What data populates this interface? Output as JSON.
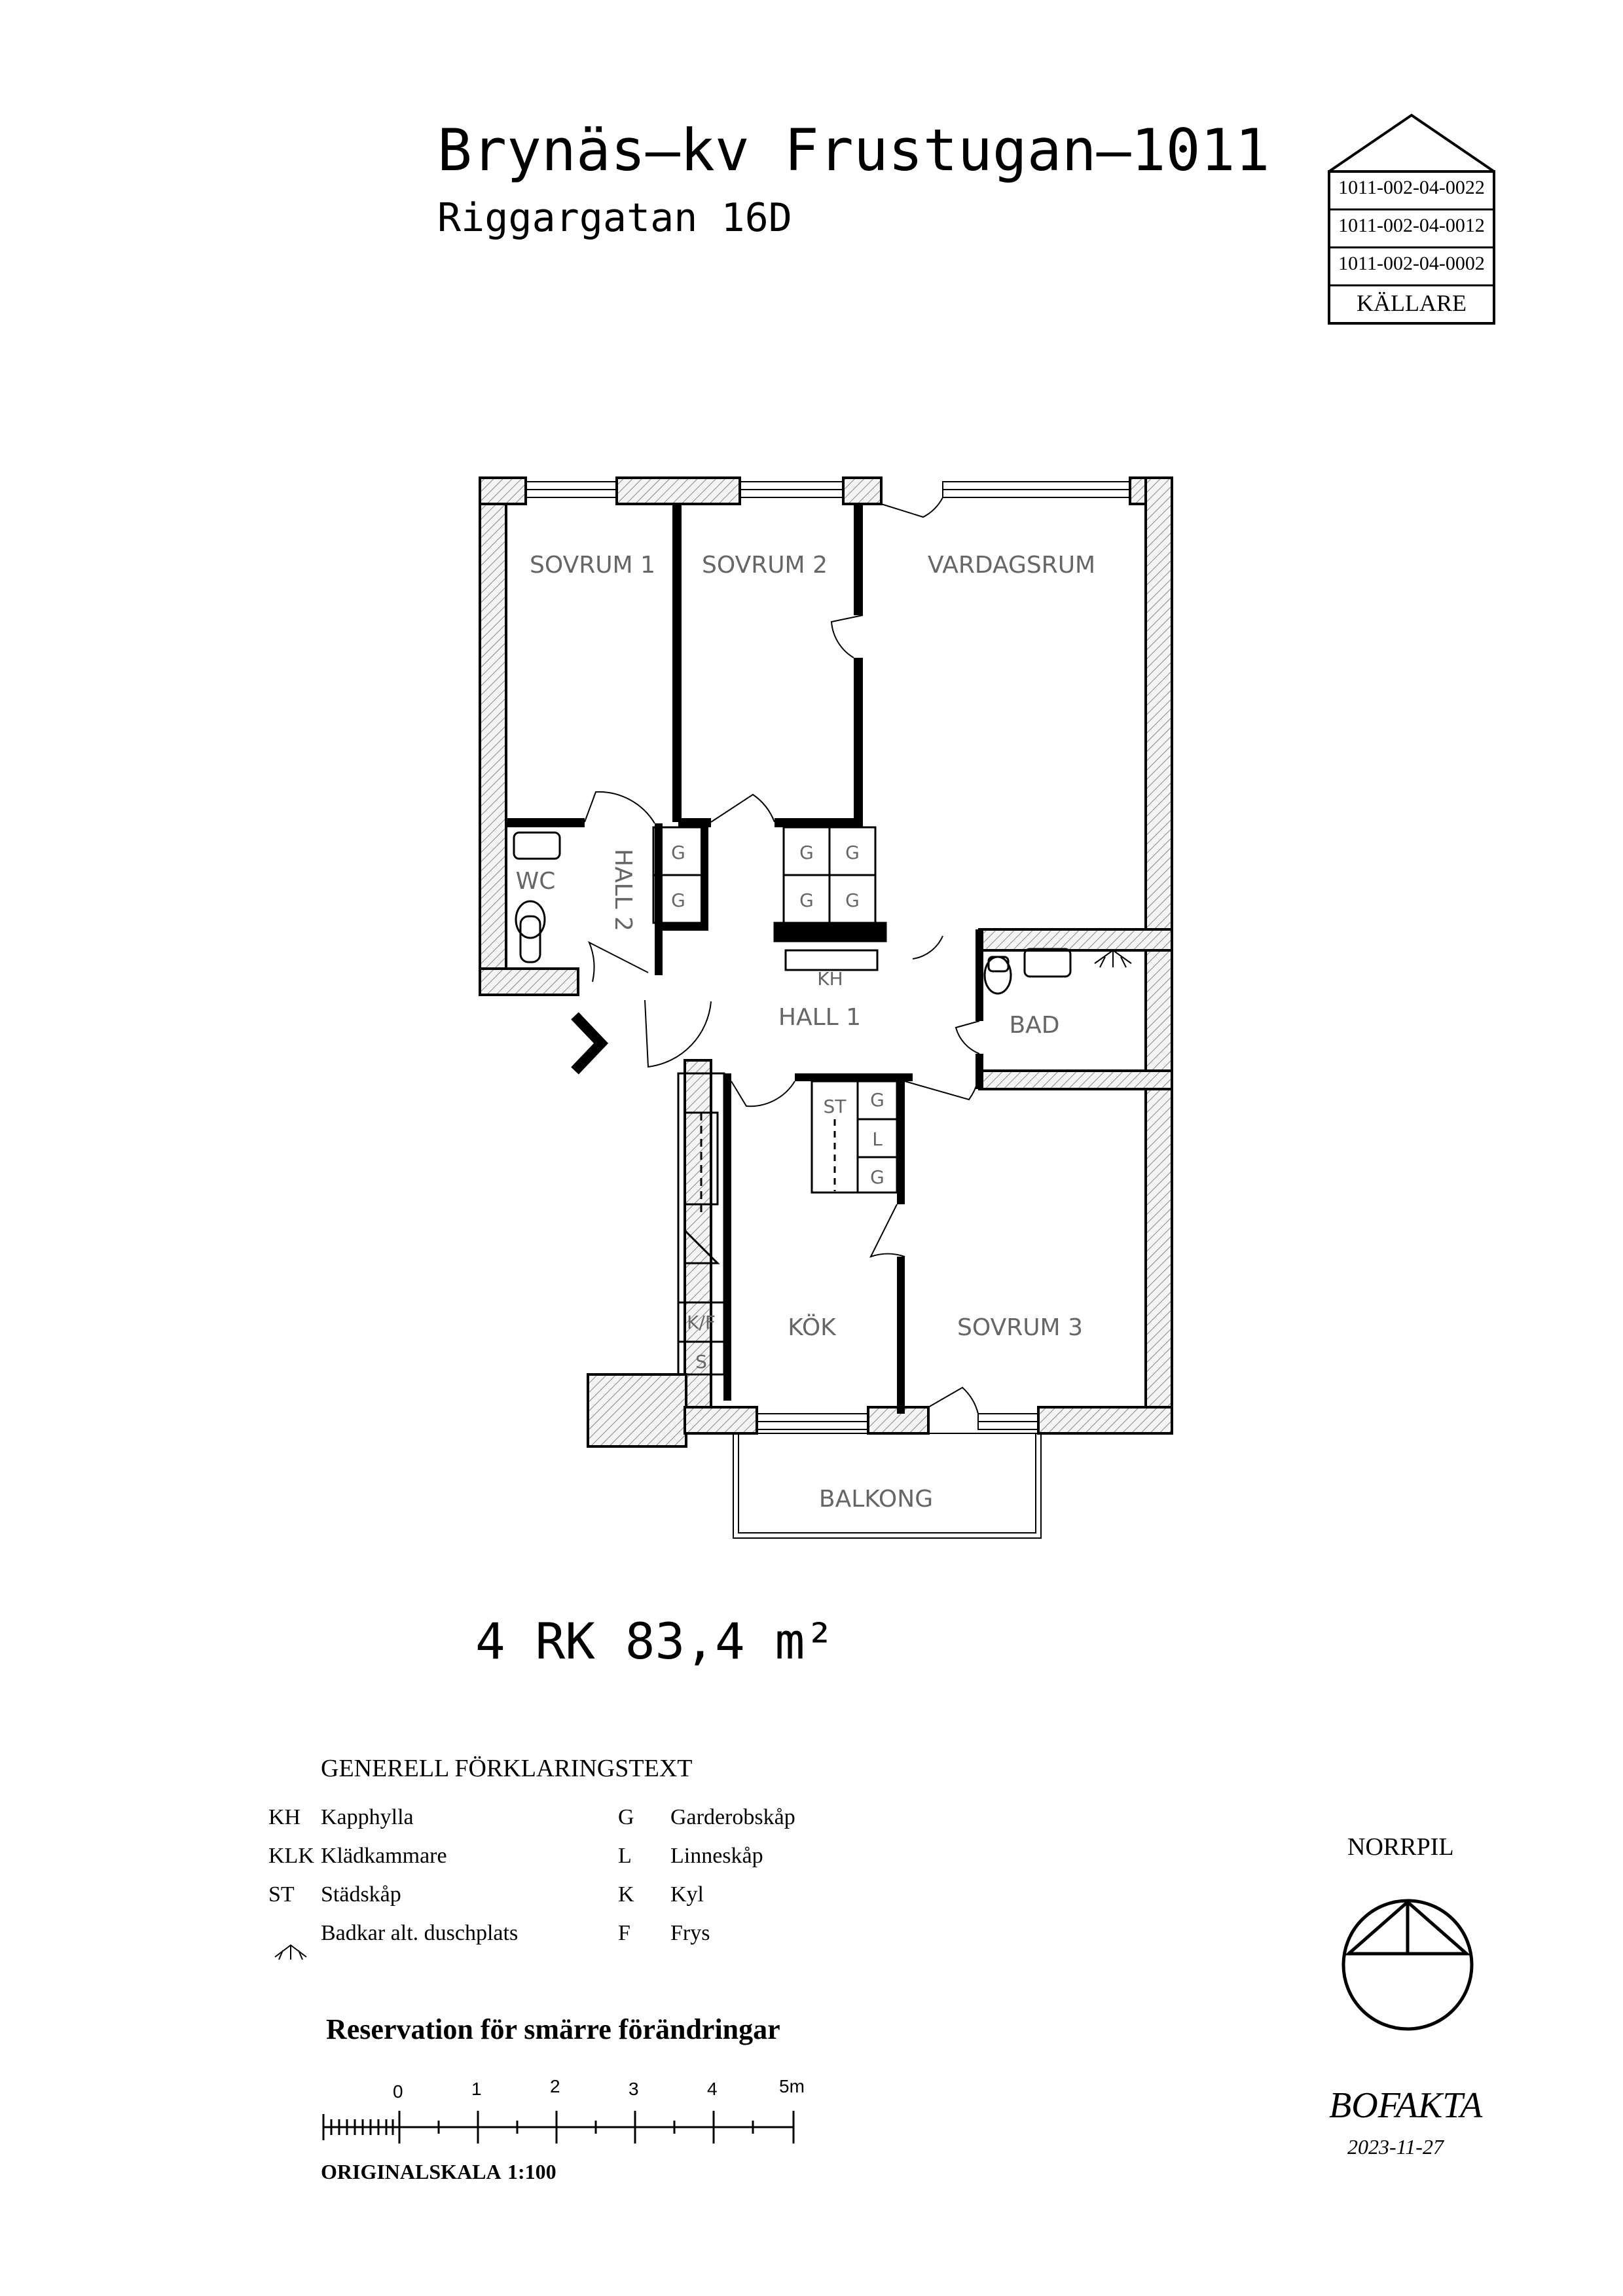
{
  "header": {
    "title": "Brynäs–kv Frustugan–1011",
    "subtitle": "Riggargatan   16D"
  },
  "id_box": {
    "ids": [
      "1011-002-04-0022",
      "1011-002-04-0012",
      "1011-002-04-0002"
    ],
    "floor": "KÄLLARE"
  },
  "plan": {
    "rooms": {
      "sovrum1": "SOVRUM 1",
      "sovrum2": "SOVRUM 2",
      "vardagsrum": "VARDAGSRUM",
      "wc": "WC",
      "hall2": "HALL 2",
      "hall1": "HALL 1",
      "kh": "KH",
      "bad": "BAD",
      "kok": "KÖK",
      "sovrum3": "SOVRUM 3",
      "balkong": "BALKONG",
      "st": "ST",
      "kf": "K/F",
      "s": "S",
      "g": "G",
      "l": "L"
    }
  },
  "area_label": "4  RK  83,4  m²",
  "legend": {
    "title": "GENERELL  FÖRKLARINGSTEXT",
    "left": [
      {
        "code": "KH",
        "text": "Kapphylla"
      },
      {
        "code": "KLK",
        "text": "Klädkammare"
      },
      {
        "code": "ST",
        "text": "Städskåp"
      },
      {
        "code": "",
        "text": "Badkar alt. duschplats"
      }
    ],
    "right": [
      {
        "code": "G",
        "text": "Garderobskåp"
      },
      {
        "code": "L",
        "text": "Linneskåp"
      },
      {
        "code": "K",
        "text": "Kyl"
      },
      {
        "code": "F",
        "text": "Frys"
      }
    ]
  },
  "reservation": "Reservation för smärre förändringar",
  "scale": {
    "ticks": [
      "0",
      "1",
      "2",
      "3",
      "4",
      "5m"
    ],
    "label": "ORIGINALSKALA",
    "value": "1:100"
  },
  "north": {
    "label": "NORRPIL"
  },
  "footer": {
    "brand": "BOFAKTA",
    "date": "2023-11-27"
  }
}
